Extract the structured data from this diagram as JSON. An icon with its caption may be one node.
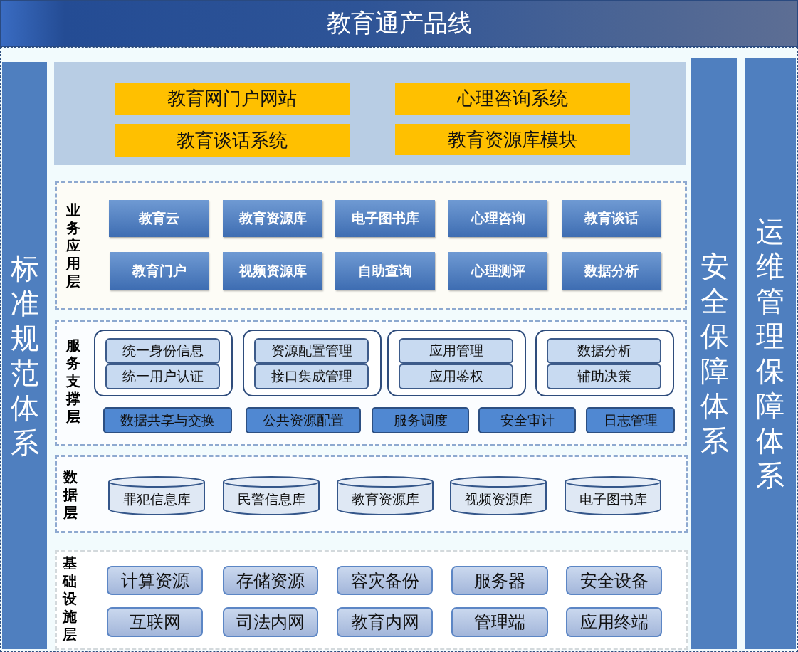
{
  "diagram": {
    "title": "教育通产品线",
    "nodes": [
      {
        "text": [
          "标准规范体系"
        ]
      },
      {
        "text": [],
        "shape": "box"
      },
      {
        "text": [
          "教育网门户网站"
        ],
        "in": 1
      },
      {
        "text": [
          "心理咨询系统"
        ],
        "in": 1
      },
      {
        "text": [
          "教育谈话系统"
        ],
        "in": 1
      },
      {
        "text": [
          "教育资源库模块"
        ],
        "in": 1
      },
      {
        "text": [
          "业务应用层"
        ]
      },
      {
        "text": [
          "教育云"
        ],
        "in": 6
      },
      {
        "text": [
          "教育资源库"
        ],
        "in": 6
      },
      {
        "text": [
          "电子图书库"
        ],
        "in": 6
      },
      {
        "text": [
          "心理咨询"
        ],
        "in": 6
      },
      {
        "text": [
          "教育谈话"
        ],
        "in": 6
      },
      {
        "text": [
          "教育门户"
        ],
        "in": 6
      },
      {
        "text": [
          "视频资源库"
        ],
        "in": 6
      },
      {
        "text": [
          "自助查询"
        ],
        "in": 6
      },
      {
        "text": [
          "心理测评"
        ],
        "in": 6
      },
      {
        "text": [
          "数据分析"
        ],
        "in": 6
      },
      {
        "text": [
          "服务支撑层"
        ]
      },
      {
        "text": [],
        "shape": "box",
        "in": 17
      },
      {
        "text": [
          "统一身份信息"
        ],
        "in": 18
      },
      {
        "text": [
          "统一用户认证"
        ],
        "in": 18
      },
      {
        "text": [],
        "shape": "box",
        "in": 17
      },
      {
        "text": [
          "资源配置管理"
        ],
        "in": 21
      },
      {
        "text": [
          "接口集成管理"
        ],
        "in": 21
      },
      {
        "text": [],
        "shape": "box",
        "in": 17
      },
      {
        "text": [
          "应用管理"
        ],
        "in": 24
      },
      {
        "text": [
          "应用鉴权"
        ],
        "in": 24
      },
      {
        "text": [],
        "shape": "box",
        "in": 17
      },
      {
        "text": [
          "数据分析"
        ],
        "in": 27
      },
      {
        "text": [
          "辅助决策"
        ],
        "in": 27
      },
      {
        "text": [
          "数据共享与交换"
        ],
        "in": 17
      },
      {
        "text": [
          "公共资源配置"
        ],
        "in": 17
      },
      {
        "text": [
          "服务调度"
        ],
        "in": 17
      },
      {
        "text": [
          "安全审计"
        ],
        "in": 17
      },
      {
        "text": [
          "日志管理"
        ],
        "in": 17
      },
      {
        "text": [
          "数据层"
        ]
      },
      {
        "text": [
          "罪犯信息库"
        ],
        "in": 35
      },
      {
        "text": [
          "民警信息库"
        ],
        "in": 35
      },
      {
        "text": [
          "教育资源库"
        ],
        "in": 35
      },
      {
        "text": [
          "视频资源库"
        ],
        "in": 35
      },
      {
        "text": [
          "电子图书库"
        ],
        "in": 35
      },
      {
        "text": [
          "基础设施层"
        ]
      },
      {
        "text": [
          "计算资源"
        ],
        "in": 41
      },
      {
        "text": [
          "存储资源"
        ],
        "in": 41
      },
      {
        "text": [
          "容灾备份"
        ],
        "in": 41
      },
      {
        "text": [
          "服务器"
        ],
        "in": 41
      },
      {
        "text": [
          "安全设备"
        ],
        "in": 41
      },
      {
        "text": [
          "互联网"
        ],
        "in": 41
      },
      {
        "text": [
          "司法内网"
        ],
        "in": 41
      },
      {
        "text": [
          "教育内网"
        ],
        "in": 41
      },
      {
        "text": [
          "管理端"
        ],
        "in": 41
      },
      {
        "text": [
          "应用终端"
        ],
        "in": 41
      },
      {
        "text": [
          "安全保障体系"
        ]
      },
      {
        "text": [
          "运维管理保障体系"
        ]
      }
    ]
  }
}
